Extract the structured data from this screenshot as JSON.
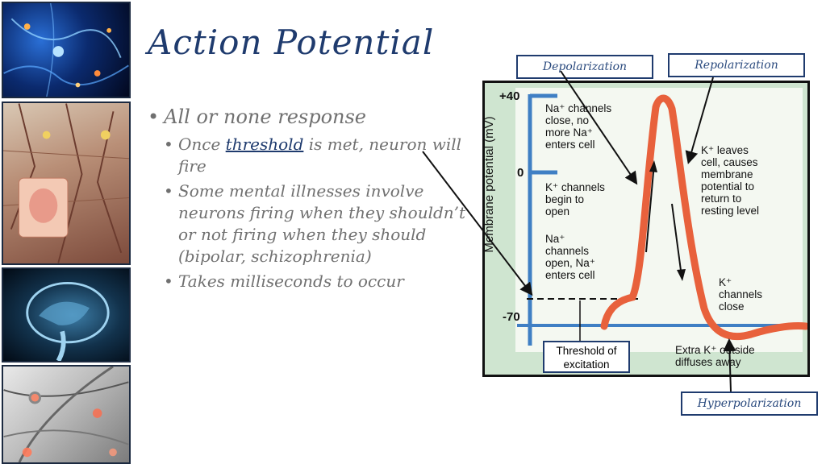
{
  "slide": {
    "title": "Action Potential",
    "bullets": {
      "main": "All or none response",
      "sub1_pre": "Once ",
      "sub1_keyword": "threshold",
      "sub1_post": " is met, neuron will fire",
      "sub2": "Some mental illnesses involve neurons firing when they shouldn’t or not firing when they should (bipolar, schizophrenia)",
      "sub3": "Takes milliseconds to occur"
    },
    "bullet_glyph": "•"
  },
  "callouts": {
    "depolarization": "Depolarization",
    "repolarization": "Repolarization",
    "hyperpolarization": "Hyperpolarization"
  },
  "diagram": {
    "ylabel": "Membrane potential (mV)",
    "tick_top": "+40",
    "tick_mid": "0",
    "tick_bottom": "-70",
    "na_close": [
      "Na⁺ channels",
      "close, no",
      "more Na⁺",
      "enters cell"
    ],
    "k_begin": [
      "K⁺ channels",
      "begin to",
      "open"
    ],
    "na_open": [
      "Na⁺",
      "channels",
      "open, Na⁺",
      "enters cell"
    ],
    "k_leaves": [
      "K⁺ leaves",
      "cell, causes",
      "membrane",
      "potential to",
      "return to",
      "resting level"
    ],
    "k_close": [
      "K⁺",
      "channels",
      "close"
    ],
    "threshold": [
      "Threshold of",
      "excitation"
    ],
    "extra_k": [
      "Extra K⁺ outside",
      "diffuses away"
    ]
  },
  "colors": {
    "title": "#1f3b6e",
    "bullet_text": "#707070",
    "curve": "#e8613c",
    "axis": "#3f7fc4",
    "diagram_bg": "#cfe5d0"
  }
}
